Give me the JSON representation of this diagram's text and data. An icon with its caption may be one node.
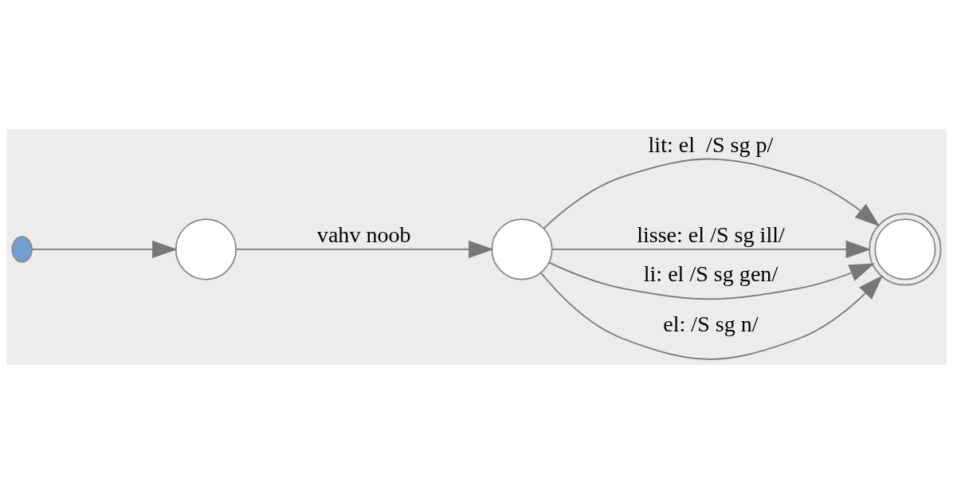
{
  "diagram": {
    "nodes": [
      {
        "text": [],
        "shape": "circle"
      },
      {
        "text": [],
        "shape": "circle"
      },
      {
        "text": [],
        "shape": "circle"
      },
      {
        "text": [],
        "shape": "circle"
      }
    ],
    "edges": [
      {
        "from": 0,
        "to": 1,
        "arrow": "to"
      },
      {
        "from": 1,
        "to": 2,
        "arrow": "to",
        "label": "vahv noob"
      },
      {
        "from": 2,
        "to": 3,
        "arrow": "to",
        "label": "lit: el  /S sg p/"
      },
      {
        "from": 2,
        "to": 3,
        "arrow": "to",
        "label": "lisse: el /S sg ill/"
      },
      {
        "from": 2,
        "to": 3,
        "arrow": "to",
        "label": "li: el /S sg gen/"
      },
      {
        "from": 2,
        "to": 3,
        "arrow": "to",
        "label": "el: /S sg n/"
      }
    ]
  }
}
